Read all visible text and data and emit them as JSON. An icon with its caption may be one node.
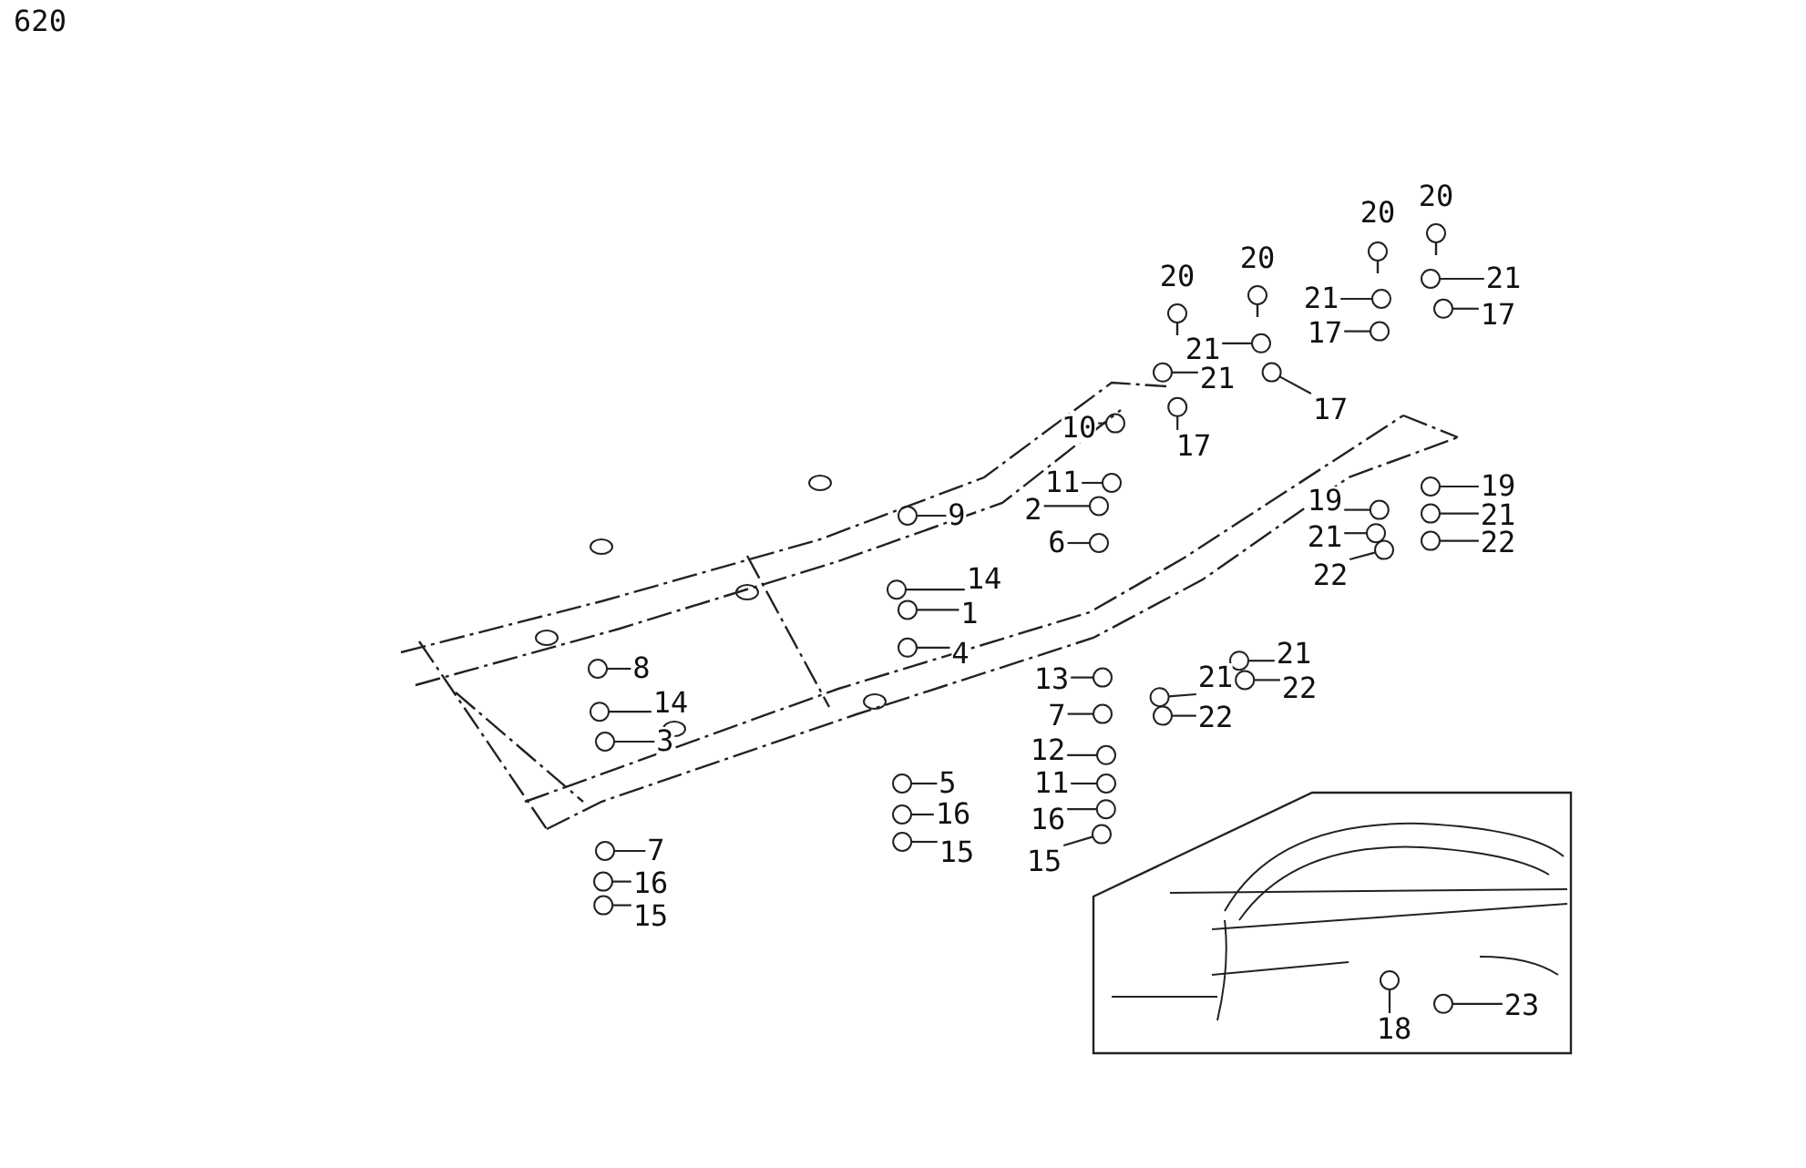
{
  "diagram": {
    "nodes": [
      {
        "text": [
          "21"
        ]
      },
      {
        "text": [
          "21"
        ]
      },
      {
        "text": [
          "17"
        ]
      },
      {
        "text": [
          "17"
        ]
      },
      {
        "text": [
          "21"
        ]
      },
      {
        "text": [
          "21"
        ]
      },
      {
        "text": [
          "17"
        ]
      },
      {
        "text": [
          "10"
        ]
      },
      {
        "text": [
          "17"
        ]
      },
      {
        "text": [
          "11"
        ]
      },
      {
        "text": [
          "19"
        ]
      },
      {
        "text": [
          "19"
        ]
      },
      {
        "text": [
          "2"
        ]
      },
      {
        "text": [
          "9"
        ]
      },
      {
        "text": [
          "21"
        ]
      },
      {
        "text": [
          "21"
        ]
      },
      {
        "text": [
          "22"
        ]
      },
      {
        "text": [
          "6"
        ]
      },
      {
        "text": [
          "22"
        ]
      },
      {
        "text": [
          "14"
        ]
      },
      {
        "text": [
          "1"
        ]
      },
      {
        "text": [
          "4"
        ]
      },
      {
        "text": [
          "21"
        ]
      },
      {
        "text": [
          "8"
        ]
      },
      {
        "text": [
          "13"
        ]
      },
      {
        "text": [
          "21"
        ]
      },
      {
        "text": [
          "22"
        ]
      },
      {
        "text": [
          "14"
        ]
      },
      {
        "text": [
          "7"
        ]
      },
      {
        "text": [
          "22"
        ]
      },
      {
        "text": [
          "3"
        ]
      },
      {
        "text": [
          "12"
        ]
      },
      {
        "text": [
          "5"
        ]
      },
      {
        "text": [
          "11"
        ]
      },
      {
        "text": [
          "16"
        ]
      },
      {
        "text": [
          "16"
        ]
      },
      {
        "text": [
          "7"
        ]
      },
      {
        "text": [
          "15"
        ]
      },
      {
        "text": [
          "15"
        ]
      },
      {
        "text": [
          "16"
        ]
      },
      {
        "text": [
          "15"
        ]
      },
      {
        "text": [
          "23"
        ]
      },
      {
        "text": [
          "18"
        ]
      },
      {
        "text": [],
        "shape": "circle"
      },
      {
        "text": [],
        "shape": "circle"
      },
      {
        "text": [],
        "shape": "circle"
      },
      {
        "text": [],
        "shape": "circle"
      },
      {
        "text": [],
        "shape": "circle"
      },
      {
        "text": [],
        "shape": "circle"
      },
      {
        "text": [],
        "shape": "circle"
      },
      {
        "text": [],
        "shape": "circle"
      },
      {
        "text": [],
        "shape": "circle"
      },
      {
        "text": [],
        "shape": "circle"
      },
      {
        "text": [],
        "shape": "circle"
      },
      {
        "text": [],
        "shape": "circle"
      },
      {
        "text": [],
        "shape": "circle"
      },
      {
        "text": [],
        "shape": "circle"
      },
      {
        "text": [],
        "shape": "circle"
      },
      {
        "text": [],
        "shape": "circle"
      },
      {
        "text": [],
        "shape": "circle"
      },
      {
        "text": [],
        "shape": "circle"
      },
      {
        "text": [],
        "shape": "circle"
      },
      {
        "text": [],
        "shape": "circle"
      },
      {
        "text": [],
        "shape": "circle"
      },
      {
        "text": [],
        "shape": "circle"
      },
      {
        "text": [],
        "shape": "circle"
      },
      {
        "text": [],
        "shape": "circle"
      },
      {
        "text": [],
        "shape": "circle"
      },
      {
        "text": [],
        "shape": "circle"
      },
      {
        "text": [],
        "shape": "circle"
      },
      {
        "text": [],
        "shape": "circle"
      },
      {
        "text": [],
        "shape": "circle"
      },
      {
        "text": [],
        "shape": "circle"
      },
      {
        "text": [],
        "shape": "circle"
      },
      {
        "text": [],
        "shape": "circle"
      },
      {
        "text": [],
        "shape": "circle"
      },
      {
        "text": [],
        "shape": "circle"
      },
      {
        "text": [],
        "shape": "circle"
      },
      {
        "text": [],
        "shape": "circle"
      },
      {
        "text": [],
        "shape": "circle"
      },
      {
        "text": [],
        "shape": "circle"
      },
      {
        "text": [],
        "shape": "circle"
      },
      {
        "text": [],
        "shape": "circle"
      },
      {
        "text": [],
        "shape": "circle"
      },
      {
        "text": [],
        "shape": "circle"
      },
      {
        "text": [],
        "shape": "circle"
      },
      {
        "text": [
          "20"
        ]
      },
      {
        "text": [
          "20"
        ]
      },
      {
        "text": [
          "20"
        ]
      },
      {
        "text": [
          "20"
        ]
      }
    ],
    "edges": [
      {
        "from": 0,
        "to": 43,
        "arrow": "none"
      },
      {
        "from": 1,
        "to": 44,
        "arrow": "none"
      },
      {
        "from": 2,
        "to": 45,
        "arrow": "none"
      },
      {
        "from": 3,
        "to": 46,
        "arrow": "none"
      },
      {
        "from": 4,
        "to": 47,
        "arrow": "none"
      },
      {
        "from": 5,
        "to": 48,
        "arrow": "none"
      },
      {
        "from": 6,
        "to": 49,
        "arrow": "none"
      },
      {
        "from": 7,
        "to": 50,
        "arrow": "none"
      },
      {
        "from": 8,
        "to": 51,
        "arrow": "none"
      },
      {
        "from": 9,
        "to": 52,
        "arrow": "none"
      },
      {
        "from": 10,
        "to": 53,
        "arrow": "none"
      },
      {
        "from": 11,
        "to": 54,
        "arrow": "none"
      },
      {
        "from": 12,
        "to": 55,
        "arrow": "none"
      },
      {
        "from": 13,
        "to": 56,
        "arrow": "none"
      },
      {
        "from": 14,
        "to": 57,
        "arrow": "none"
      },
      {
        "from": 15,
        "to": 58,
        "arrow": "none"
      },
      {
        "from": 16,
        "to": 59,
        "arrow": "none"
      },
      {
        "from": 17,
        "to": 60,
        "arrow": "none"
      },
      {
        "from": 18,
        "to": 61,
        "arrow": "none"
      },
      {
        "from": 19,
        "to": 62,
        "arrow": "none"
      },
      {
        "from": 20,
        "to": 63,
        "arrow": "none"
      },
      {
        "from": 21,
        "to": 64,
        "arrow": "none"
      },
      {
        "from": 22,
        "to": 65,
        "arrow": "none"
      },
      {
        "from": 23,
        "to": 66,
        "arrow": "none"
      },
      {
        "from": 24,
        "to": 67,
        "arrow": "none"
      },
      {
        "from": 25,
        "to": 68,
        "arrow": "none"
      },
      {
        "from": 26,
        "to": 69,
        "arrow": "none"
      },
      {
        "from": 27,
        "to": 70,
        "arrow": "none"
      },
      {
        "from": 28,
        "to": 71,
        "arrow": "none"
      },
      {
        "from": 29,
        "to": 72,
        "arrow": "none"
      },
      {
        "from": 30,
        "to": 73,
        "arrow": "none"
      },
      {
        "from": 31,
        "to": 74,
        "arrow": "none"
      },
      {
        "from": 32,
        "to": 75,
        "arrow": "none"
      },
      {
        "from": 33,
        "to": 76,
        "arrow": "none"
      },
      {
        "from": 34,
        "to": 77,
        "arrow": "none"
      },
      {
        "from": 35,
        "to": 78,
        "arrow": "none"
      },
      {
        "from": 36,
        "to": 79,
        "arrow": "none"
      },
      {
        "from": 37,
        "to": 80,
        "arrow": "none"
      },
      {
        "from": 38,
        "to": 81,
        "arrow": "none"
      },
      {
        "from": 39,
        "to": 82,
        "arrow": "none"
      },
      {
        "from": 40,
        "to": 83,
        "arrow": "none"
      },
      {
        "from": 41,
        "to": 84,
        "arrow": "none"
      },
      {
        "from": 42,
        "to": 85,
        "arrow": "none"
      }
    ],
    "labels": [
      "620"
    ]
  }
}
